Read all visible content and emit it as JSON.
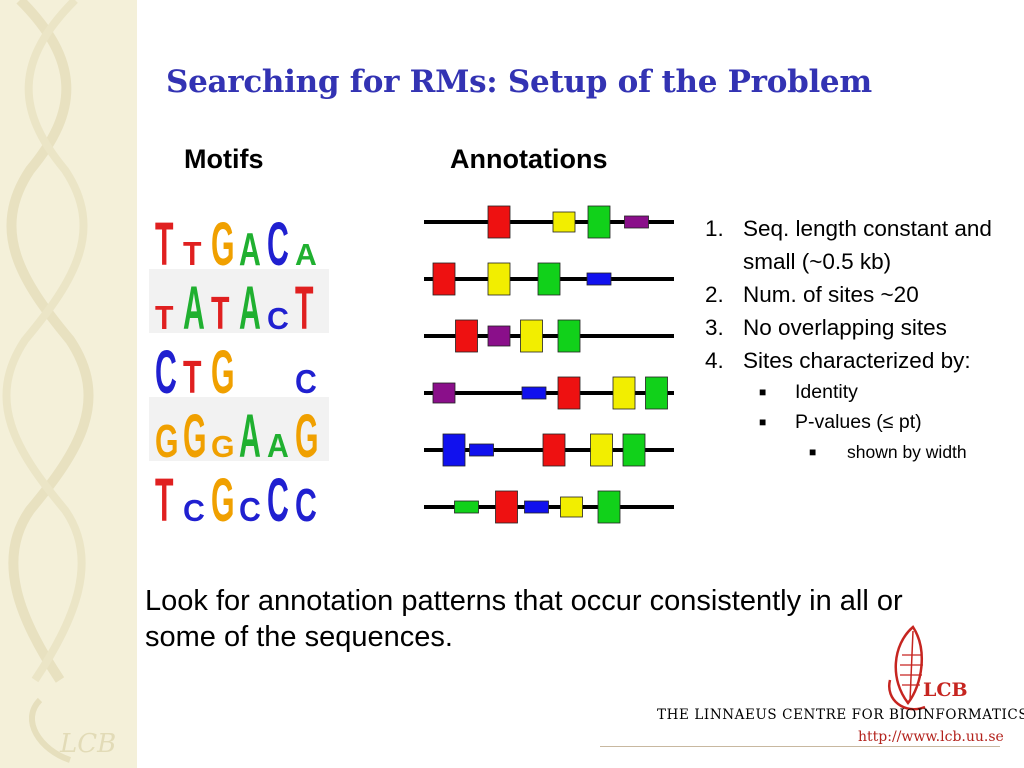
{
  "slide": {
    "title": "Searching for RMs: Setup of the Problem",
    "columns": {
      "motifs": "Motifs",
      "annotations": "Annotations"
    },
    "motif_logos": [
      {
        "letters": [
          "T",
          "T",
          "G",
          "A",
          "C",
          "A"
        ],
        "colors": [
          "#e02020",
          "#e02020",
          "#f0a000",
          "#20b030",
          "#2020d0",
          "#20b030"
        ]
      },
      {
        "letters": [
          "T",
          "A",
          "T",
          "A",
          "C",
          "T"
        ],
        "colors": [
          "#e02020",
          "#20b030",
          "#e02020",
          "#20b030",
          "#2020d0",
          "#e02020"
        ]
      },
      {
        "letters": [
          "C",
          "T",
          "G",
          "",
          "",
          "C"
        ],
        "colors": [
          "#2020d0",
          "#e02020",
          "#f0a000",
          "",
          "",
          "#2020d0"
        ]
      },
      {
        "letters": [
          "G",
          "G",
          "G",
          "A",
          "A",
          "G"
        ],
        "colors": [
          "#f0a000",
          "#f0a000",
          "#f0a000",
          "#20b030",
          "#20b030",
          "#f0a000"
        ]
      },
      {
        "letters": [
          "T",
          "C",
          "G",
          "C",
          "C",
          "C"
        ],
        "colors": [
          "#e02020",
          "#2020d0",
          "#f0a000",
          "#2020d0",
          "#2020d0",
          "#2020d0"
        ]
      }
    ],
    "annotation_colors": {
      "red": "#ee1111",
      "yellow": "#f2ee00",
      "green": "#11d11a",
      "blue": "#1111ee",
      "purple": "#8a0f8a"
    },
    "annotations": [
      [
        {
          "color": "red",
          "pos": 0.3,
          "strength": "strong"
        },
        {
          "color": "yellow",
          "pos": 0.56,
          "strength": "medium"
        },
        {
          "color": "green",
          "pos": 0.7,
          "strength": "strong"
        },
        {
          "color": "purple",
          "pos": 0.85,
          "strength": "weak"
        }
      ],
      [
        {
          "color": "red",
          "pos": 0.08,
          "strength": "strong"
        },
        {
          "color": "yellow",
          "pos": 0.3,
          "strength": "strong"
        },
        {
          "color": "green",
          "pos": 0.5,
          "strength": "strong"
        },
        {
          "color": "blue",
          "pos": 0.7,
          "strength": "weak"
        }
      ],
      [
        {
          "color": "red",
          "pos": 0.17,
          "strength": "strong"
        },
        {
          "color": "purple",
          "pos": 0.3,
          "strength": "medium"
        },
        {
          "color": "yellow",
          "pos": 0.43,
          "strength": "strong"
        },
        {
          "color": "green",
          "pos": 0.58,
          "strength": "strong"
        }
      ],
      [
        {
          "color": "purple",
          "pos": 0.08,
          "strength": "medium"
        },
        {
          "color": "blue",
          "pos": 0.44,
          "strength": "weak"
        },
        {
          "color": "red",
          "pos": 0.58,
          "strength": "strong"
        },
        {
          "color": "yellow",
          "pos": 0.8,
          "strength": "strong"
        },
        {
          "color": "green",
          "pos": 0.93,
          "strength": "strong"
        }
      ],
      [
        {
          "color": "blue",
          "pos": 0.12,
          "strength": "strong"
        },
        {
          "color": "blue",
          "pos": 0.23,
          "strength": "weak"
        },
        {
          "color": "red",
          "pos": 0.52,
          "strength": "strong"
        },
        {
          "color": "yellow",
          "pos": 0.71,
          "strength": "strong"
        },
        {
          "color": "green",
          "pos": 0.84,
          "strength": "strong"
        }
      ],
      [
        {
          "color": "green",
          "pos": 0.17,
          "strength": "weak"
        },
        {
          "color": "red",
          "pos": 0.33,
          "strength": "strong"
        },
        {
          "color": "blue",
          "pos": 0.45,
          "strength": "weak"
        },
        {
          "color": "yellow",
          "pos": 0.59,
          "strength": "medium"
        },
        {
          "color": "green",
          "pos": 0.74,
          "strength": "strong"
        }
      ]
    ],
    "properties": [
      {
        "num": "1.",
        "text": "Seq. length constant and small (~0.5 kb)"
      },
      {
        "num": "2.",
        "text": "Num. of sites ~20"
      },
      {
        "num": "3.",
        "text": "No overlapping sites"
      },
      {
        "num": "4.",
        "text": "Sites characterized by:"
      }
    ],
    "characteristics": [
      "Identity",
      "P-values (≤ pt)"
    ],
    "pvalue_note": "shown by width",
    "bullet_icon": "square-bullet-icon",
    "conclusion": "Look for annotation patterns that occur consistently in all or some of the sequences.",
    "branding": {
      "logo_text": "LCB",
      "sidebar_logo_text": "LCB",
      "centre_name": "THE LINNAEUS CENTRE FOR BIOINFORMATICS",
      "url": "http://www.lcb.uu.se"
    },
    "theme": {
      "title_color": "#3333b3",
      "sidebar_color": "#f4f0d9",
      "brand_red": "#c62520"
    }
  }
}
